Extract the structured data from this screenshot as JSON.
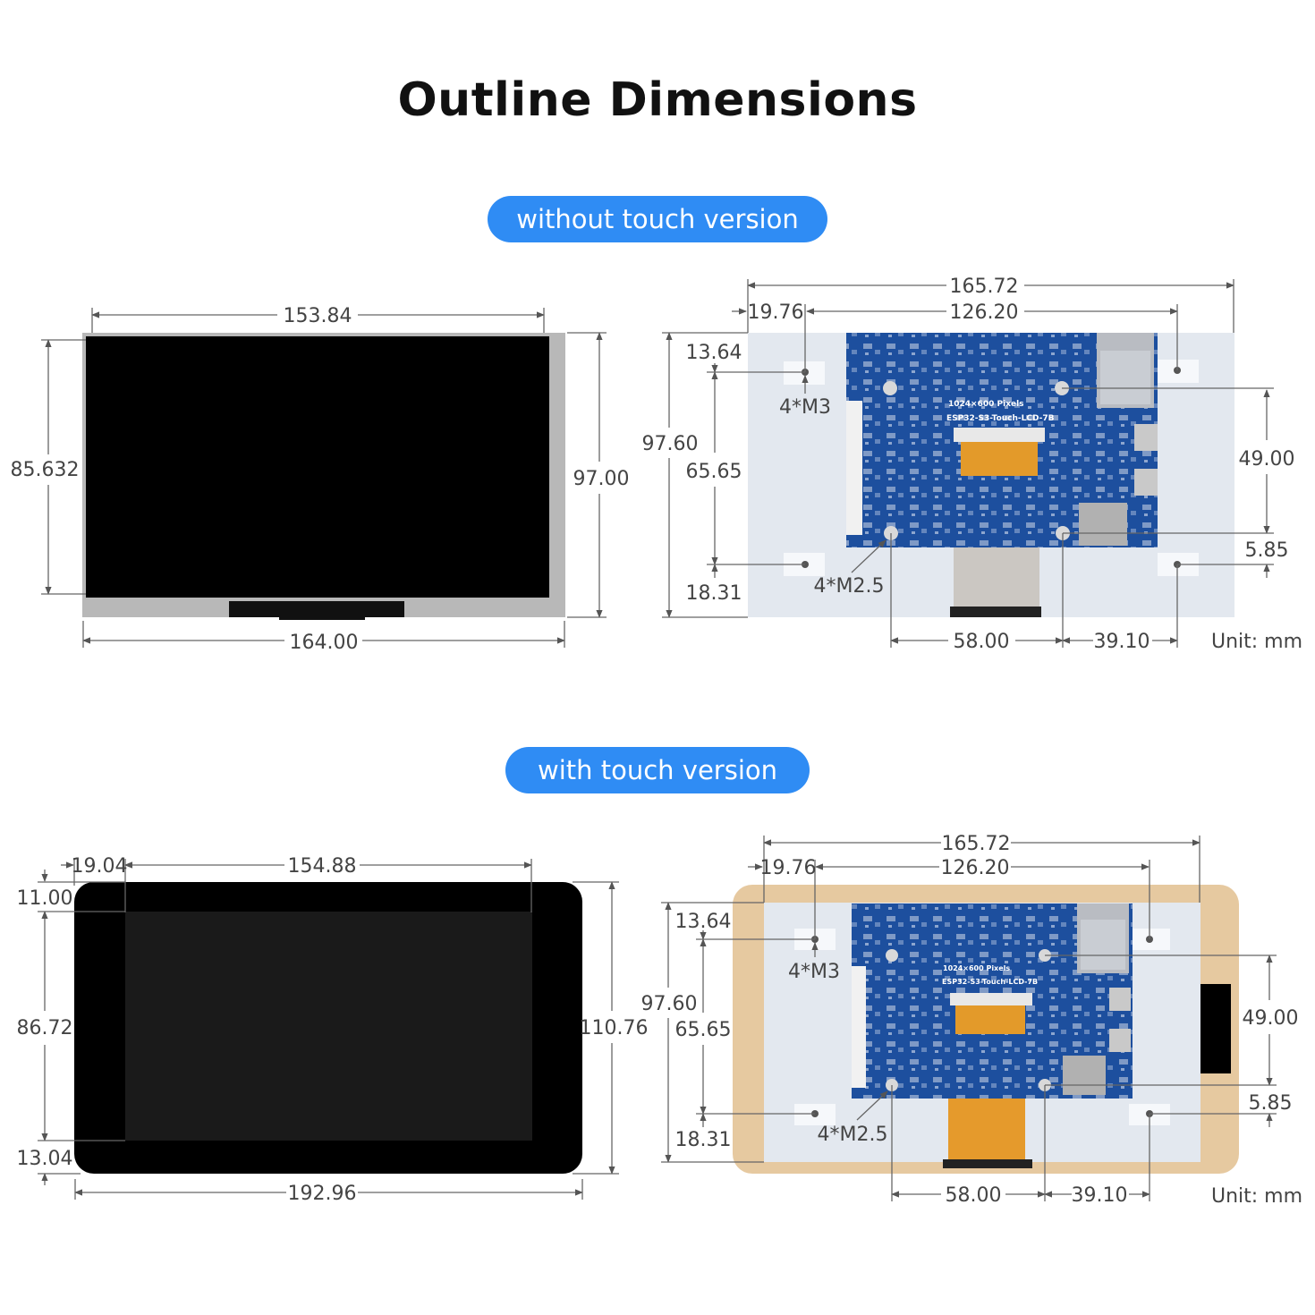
{
  "title": "Outline Dimensions",
  "versions": {
    "without_touch": "without touch version",
    "with_touch": "with touch version"
  },
  "unit": "Unit: mm",
  "board_silkscreen": {
    "pixels": "1024×600 Pixels",
    "model": "ESP32-S3-Touch-LCD-7B"
  },
  "without_touch": {
    "front": {
      "top_width": "153.84",
      "bottom_width": "164.00",
      "left_height": "85.632",
      "right_height": "97.00"
    },
    "back": {
      "total_width": "165.72",
      "hole_span": "126.20",
      "left_offset": "19.76",
      "total_height": "97.60",
      "top_offset": "13.64",
      "hole_vertical": "65.65",
      "bottom_offset": "18.31",
      "right_height": "49.00",
      "right_offset": "5.85",
      "bottom_left": "58.00",
      "bottom_right": "39.10",
      "m3_label": "4*M3",
      "m25_label": "4*M2.5"
    }
  },
  "with_touch": {
    "front": {
      "left_offset": "19.04",
      "top_width": "154.88",
      "top_margin": "11.00",
      "active_height": "86.72",
      "bottom_margin": "13.04",
      "right_height": "110.76",
      "bottom_width": "192.96"
    },
    "back": {
      "total_width": "165.72",
      "hole_span": "126.20",
      "left_offset": "19.76",
      "total_height": "97.60",
      "top_offset": "13.64",
      "hole_vertical": "65.65",
      "bottom_offset": "18.31",
      "right_height": "49.00",
      "right_offset": "5.85",
      "bottom_left": "58.00",
      "bottom_right": "39.10",
      "m3_label": "4*M3",
      "m25_label": "4*M2.5"
    }
  },
  "colors": {
    "accent": "#2f8cf4",
    "pcb": "#1d4f9e",
    "panel": "#e3e8ef",
    "bezel": "#b5b5b5",
    "frame": "#e6c9a0"
  }
}
